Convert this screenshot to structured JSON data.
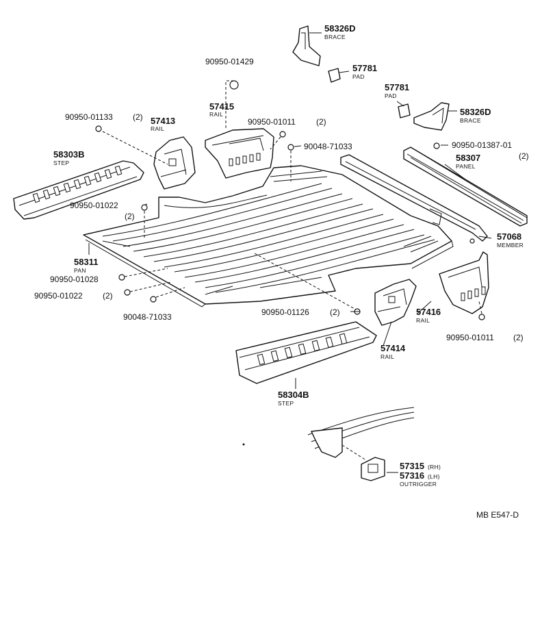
{
  "diagram_code": "MB E547-D",
  "labels": {
    "brace_top": {
      "number": "58326D",
      "name": "BRACE"
    },
    "nut_top": {
      "number": "90950-01429"
    },
    "pad_top": {
      "number": "57781",
      "name": "PAD"
    },
    "pad_right": {
      "number": "57781",
      "name": "PAD"
    },
    "brace_right": {
      "number": "58326D",
      "name": "BRACE"
    },
    "rail_57415": {
      "number": "57415",
      "name": "RAIL"
    },
    "clip_01011_top": {
      "number": "90950-01011",
      "qty": "(2)"
    },
    "clip_01133": {
      "number": "90950-01133",
      "qty": "(2)"
    },
    "rail_57413": {
      "number": "57413",
      "name": "RAIL"
    },
    "clip_71033_top": {
      "number": "90048-71033"
    },
    "clip_01387": {
      "number": "90950-01387-01",
      "qty": "(2)"
    },
    "panel_58307": {
      "number": "58307",
      "name": "PANEL"
    },
    "step_58303b": {
      "number": "58303B",
      "name": "STEP"
    },
    "clip_01022_top": {
      "number": "90950-01022",
      "qty": "(2)"
    },
    "member_57068": {
      "number": "57068",
      "name": "MEMBER"
    },
    "pan_58311": {
      "number": "58311",
      "name": "PAN"
    },
    "clip_01028": {
      "number": "90950-01028"
    },
    "clip_01022_bot": {
      "number": "90950-01022",
      "qty": "(2)"
    },
    "clip_71033_bot": {
      "number": "90048-71033"
    },
    "clip_01126": {
      "number": "90950-01126",
      "qty": "(2)"
    },
    "rail_57416": {
      "number": "57416",
      "name": "RAIL"
    },
    "clip_01011_bot": {
      "number": "90950-01011",
      "qty": "(2)"
    },
    "rail_57414": {
      "number": "57414",
      "name": "RAIL"
    },
    "step_58304b": {
      "number": "58304B",
      "name": "STEP"
    },
    "outrigger": {
      "number_rh": "57315",
      "side_rh": "(RH)",
      "number_lh": "57316",
      "side_lh": "(LH)",
      "name": "OUTRIGGER"
    }
  }
}
